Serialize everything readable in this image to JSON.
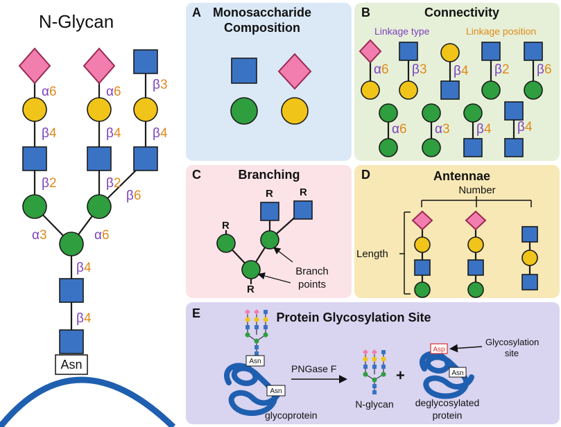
{
  "left": {
    "title": "N-Glycan",
    "asn_label": "Asn",
    "linkages": {
      "l1": [
        "α",
        "6"
      ],
      "l2": [
        "α",
        "6"
      ],
      "l3": [
        "β",
        "3"
      ],
      "l4": [
        "β",
        "4"
      ],
      "l5": [
        "β",
        "4"
      ],
      "l6": [
        "β",
        "4"
      ],
      "l7": [
        "β",
        "2"
      ],
      "l8": [
        "β",
        "2"
      ],
      "l9": [
        "β",
        "6"
      ],
      "l10": [
        "α",
        "3"
      ],
      "l11": [
        "α",
        "6"
      ],
      "l12": [
        "β",
        "4"
      ],
      "l13": [
        "β",
        "4"
      ]
    }
  },
  "panelA": {
    "letter": "A",
    "title_line1": "Monosaccharide",
    "title_line2": "Composition"
  },
  "panelB": {
    "letter": "B",
    "title": "Connectivity",
    "subtitle_type": "Linkage type",
    "subtitle_position": "Linkage position",
    "links": [
      [
        "α",
        "6"
      ],
      [
        "β",
        "3"
      ],
      [
        "β",
        "4"
      ],
      [
        "β",
        "2"
      ],
      [
        "β",
        "6"
      ],
      [
        "α",
        "6"
      ],
      [
        "α",
        "3"
      ],
      [
        "β",
        "4"
      ],
      [
        "β",
        "4"
      ]
    ]
  },
  "panelC": {
    "letter": "C",
    "title": "Branching",
    "r_label": "R",
    "branch_line1": "Branch",
    "branch_line2": "points"
  },
  "panelD": {
    "letter": "D",
    "title": "Antennae",
    "number_label": "Number",
    "length_label": "Length"
  },
  "panelE": {
    "letter": "E",
    "title": "Protein Glycosylation Site",
    "asn_label": "Asn",
    "asp_label": "Asp",
    "enzyme": "PNGase F",
    "plus": "+",
    "glycoprotein": "glycoprotein",
    "nglycan": "N-glycan",
    "deglyco_line1": "deglycosylated",
    "deglyco_line2": "protein",
    "site_line1": "Glycosylation",
    "site_line2": "site"
  },
  "colors": {
    "sialic": "#f27eb0",
    "galactose": "#f0c419",
    "mannose": "#2e9e3f",
    "glcnac": "#3a73c4",
    "alpha": "#7b3fbf",
    "position": "#e08a1a",
    "panelA": "#dbe9f7",
    "panelB": "#e6f0d8",
    "panelC": "#fbe3e8",
    "panelD": "#f7e8b5",
    "panelE": "#d9d4f0",
    "protein": "#1f5fb0"
  }
}
